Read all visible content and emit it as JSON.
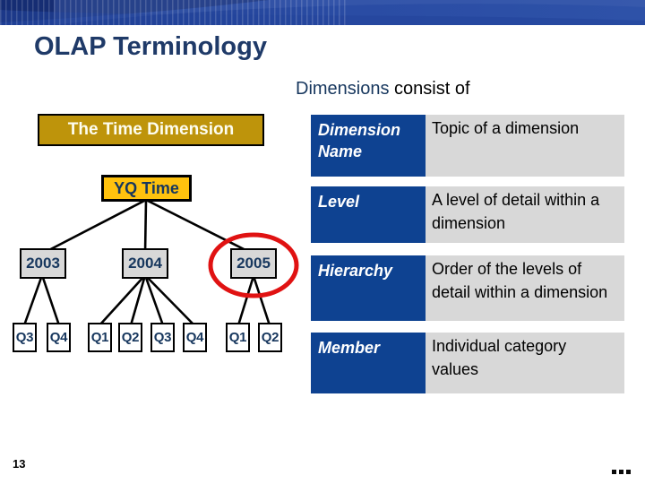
{
  "slide": {
    "title": "OLAP Terminology",
    "subtitle_highlight": "Dimensions",
    "subtitle_rest": " consist of",
    "page_number": "13"
  },
  "diagram": {
    "root_label": "The Time Dimension",
    "hierarchy_label": "YQ Time",
    "years": [
      {
        "label": "2003",
        "quarters": [
          "Q3",
          "Q4"
        ],
        "circled": false
      },
      {
        "label": "2004",
        "quarters": [
          "Q1",
          "Q2",
          "Q3",
          "Q4"
        ],
        "circled": false
      },
      {
        "label": "2005",
        "quarters": [
          "Q1",
          "Q2"
        ],
        "circled": true
      }
    ]
  },
  "table": {
    "rows": [
      {
        "term": "Dimension Name",
        "definition": "Topic of a dimension"
      },
      {
        "term": "Level",
        "definition": "A level of detail within a dimension"
      },
      {
        "term": "Hierarchy",
        "definition": "Order of the levels of detail within a dimension"
      },
      {
        "term": "Member",
        "definition": "Individual category values"
      }
    ]
  },
  "icons": {
    "footer": "ellipsis-icon"
  },
  "colors": {
    "accent_gold": "#FFC20E",
    "dark_gold": "#BE940B",
    "navy_text": "#17375E",
    "title_navy": "#1F3A68",
    "table_blue": "#0E4291",
    "cell_gray": "#D8D8D8",
    "highlight_red": "#E01212",
    "banner_blue": "#2A4CA4"
  }
}
